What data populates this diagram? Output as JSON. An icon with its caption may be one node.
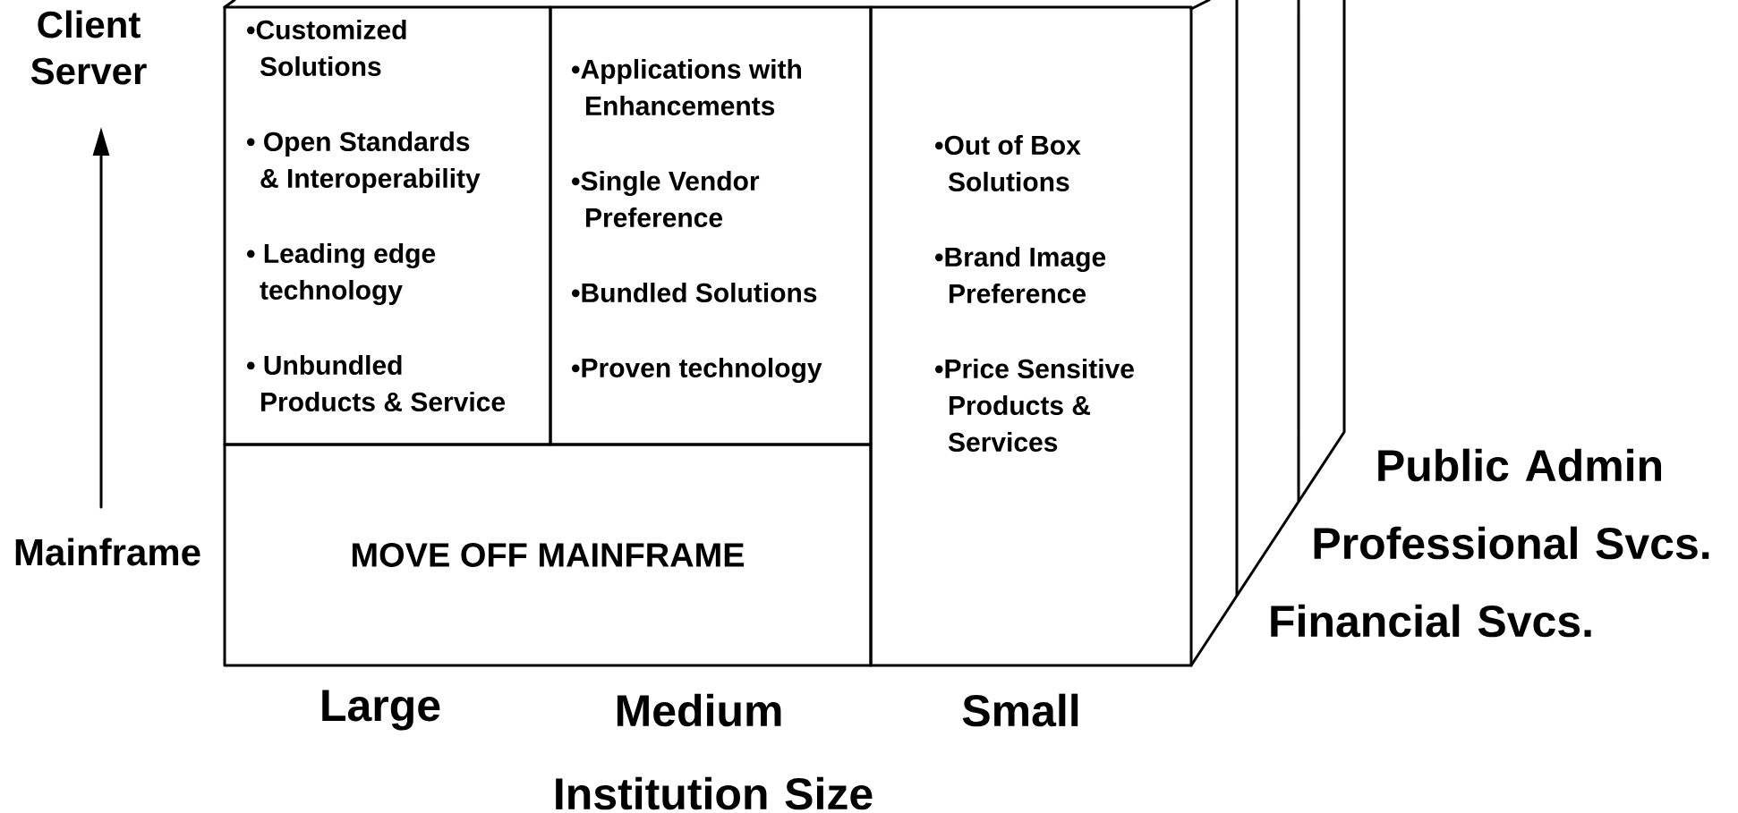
{
  "diagram": {
    "nodes": [
      {
        "text": [
          "•Customized Solutions",
          "• Open Standards & Interoperability",
          "• Leading edge technology",
          "• Unbundled Products & Service"
        ]
      },
      {
        "text": [
          "•Applications with Enhancements",
          "•Single Vendor Preference",
          "•Bundled Solutions",
          "•Proven technology"
        ]
      },
      {
        "text": [
          "•Out of Box Solutions",
          "•Brand Image Preference",
          "•Price Sensitive Products & Services"
        ]
      },
      {
        "text": [
          "MOVE OFF MAINFRAME"
        ]
      }
    ],
    "labels": [
      "Client Server",
      "Mainframe",
      "Public Admin",
      "Professional Svcs.",
      "Financial Svcs.",
      "Large",
      "Medium",
      "Small",
      "Institution Size"
    ]
  }
}
